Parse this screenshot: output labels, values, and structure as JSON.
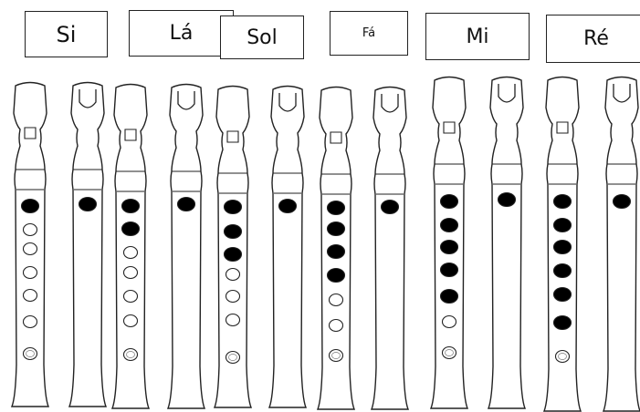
{
  "notes": [
    {
      "label": "Si",
      "front_holes": [
        "closed",
        "open",
        "open",
        "open",
        "open",
        "open",
        "open"
      ],
      "thumb_hole": "closed"
    },
    {
      "label": "Lá",
      "front_holes": [
        "closed",
        "closed",
        "open",
        "open",
        "open",
        "open",
        "open"
      ],
      "thumb_hole": "closed"
    },
    {
      "label": "Sol",
      "front_holes": [
        "closed",
        "closed",
        "closed",
        "open",
        "open",
        "open",
        "open"
      ],
      "thumb_hole": "closed"
    },
    {
      "label": "Fá",
      "front_holes": [
        "closed",
        "closed",
        "closed",
        "closed",
        "open",
        "open",
        "open"
      ],
      "thumb_hole": "closed"
    },
    {
      "label": "Mi",
      "front_holes": [
        "closed",
        "closed",
        "closed",
        "closed",
        "closed",
        "open",
        "open"
      ],
      "thumb_hole": "closed"
    },
    {
      "label": "Ré",
      "front_holes": [
        "closed",
        "closed",
        "closed",
        "closed",
        "closed",
        "closed",
        "open"
      ],
      "thumb_hole": "closed"
    }
  ],
  "colors": {
    "closed_hole": "#000000",
    "open_hole": "#ffffff",
    "outline": "#222222",
    "background": "#ffffff"
  }
}
